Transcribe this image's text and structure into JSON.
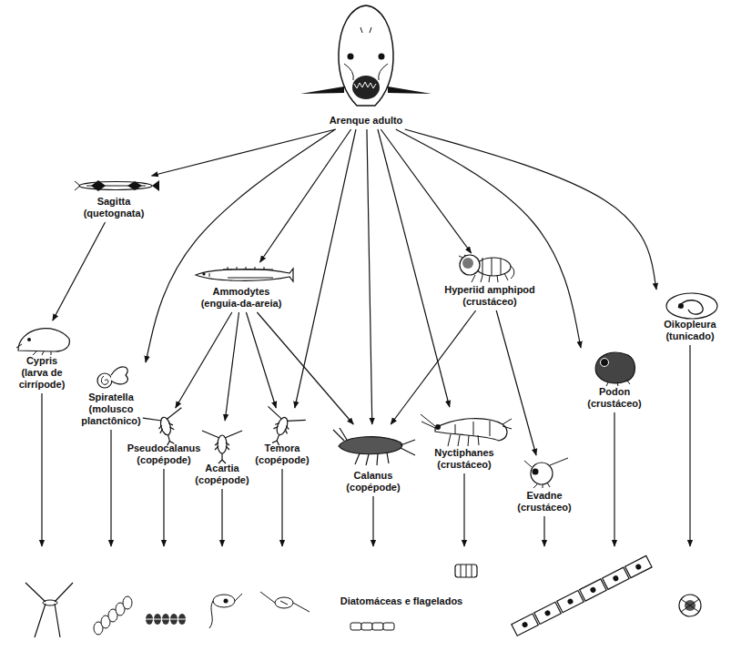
{
  "diagram": {
    "nodes": [
      {
        "text": [
          "Arenque adulto"
        ]
      },
      {
        "text": [
          "Sagitta (quetognata)"
        ]
      },
      {
        "text": [
          "Ammodytes (enguia-da-areia)"
        ]
      },
      {
        "text": [
          "Hyperiid amphipod (crustáceo)"
        ]
      },
      {
        "text": [
          "Oikopleura (tunicado)"
        ]
      },
      {
        "text": [
          "Cypris (larva de cirrípode)"
        ]
      },
      {
        "text": [
          "Spiratella (molusco planctônico)"
        ]
      },
      {
        "text": [
          "Pseudocalanus (copépode)"
        ]
      },
      {
        "text": [
          "Acartia (copépode)"
        ]
      },
      {
        "text": [
          "Temora (copépode)"
        ]
      },
      {
        "text": [
          "Calanus (copépode)"
        ]
      },
      {
        "text": [
          "Nyctiphanes (crustáceo)"
        ]
      },
      {
        "text": [
          "Evadne (crustáceo)"
        ]
      },
      {
        "text": [
          "Podon (crustáceo)"
        ]
      },
      {
        "text": [
          "Diatomáceas e flagelados"
        ]
      }
    ],
    "edges": [
      {
        "from": 0,
        "to": 1,
        "arrow": "to"
      },
      {
        "from": 0,
        "to": 6,
        "arrow": "to"
      },
      {
        "from": 0,
        "to": 2,
        "arrow": "to"
      },
      {
        "from": 0,
        "to": 9,
        "arrow": "to"
      },
      {
        "from": 0,
        "to": 10,
        "arrow": "to"
      },
      {
        "from": 0,
        "to": 11,
        "arrow": "to"
      },
      {
        "from": 0,
        "to": 3,
        "arrow": "to"
      },
      {
        "from": 0,
        "to": 13,
        "arrow": "to"
      },
      {
        "from": 0,
        "to": 4,
        "arrow": "to"
      },
      {
        "from": 1,
        "to": 5,
        "arrow": "to"
      },
      {
        "from": 2,
        "to": 7,
        "arrow": "to"
      },
      {
        "from": 2,
        "to": 8,
        "arrow": "to"
      },
      {
        "from": 2,
        "to": 9,
        "arrow": "to"
      },
      {
        "from": 2,
        "to": 10,
        "arrow": "to"
      },
      {
        "from": 3,
        "to": 10,
        "arrow": "to"
      },
      {
        "from": 3,
        "to": 12,
        "arrow": "to"
      },
      {
        "from": 5,
        "to": 14,
        "arrow": "to"
      },
      {
        "from": 6,
        "to": 14,
        "arrow": "to"
      },
      {
        "from": 7,
        "to": 14,
        "arrow": "to"
      },
      {
        "from": 8,
        "to": 14,
        "arrow": "to"
      },
      {
        "from": 9,
        "to": 14,
        "arrow": "to"
      },
      {
        "from": 10,
        "to": 14,
        "arrow": "to"
      },
      {
        "from": 11,
        "to": 14,
        "arrow": "to"
      },
      {
        "from": 12,
        "to": 14,
        "arrow": "to"
      },
      {
        "from": 13,
        "to": 14,
        "arrow": "to"
      },
      {
        "from": 4,
        "to": 14,
        "arrow": "to"
      }
    ]
  }
}
